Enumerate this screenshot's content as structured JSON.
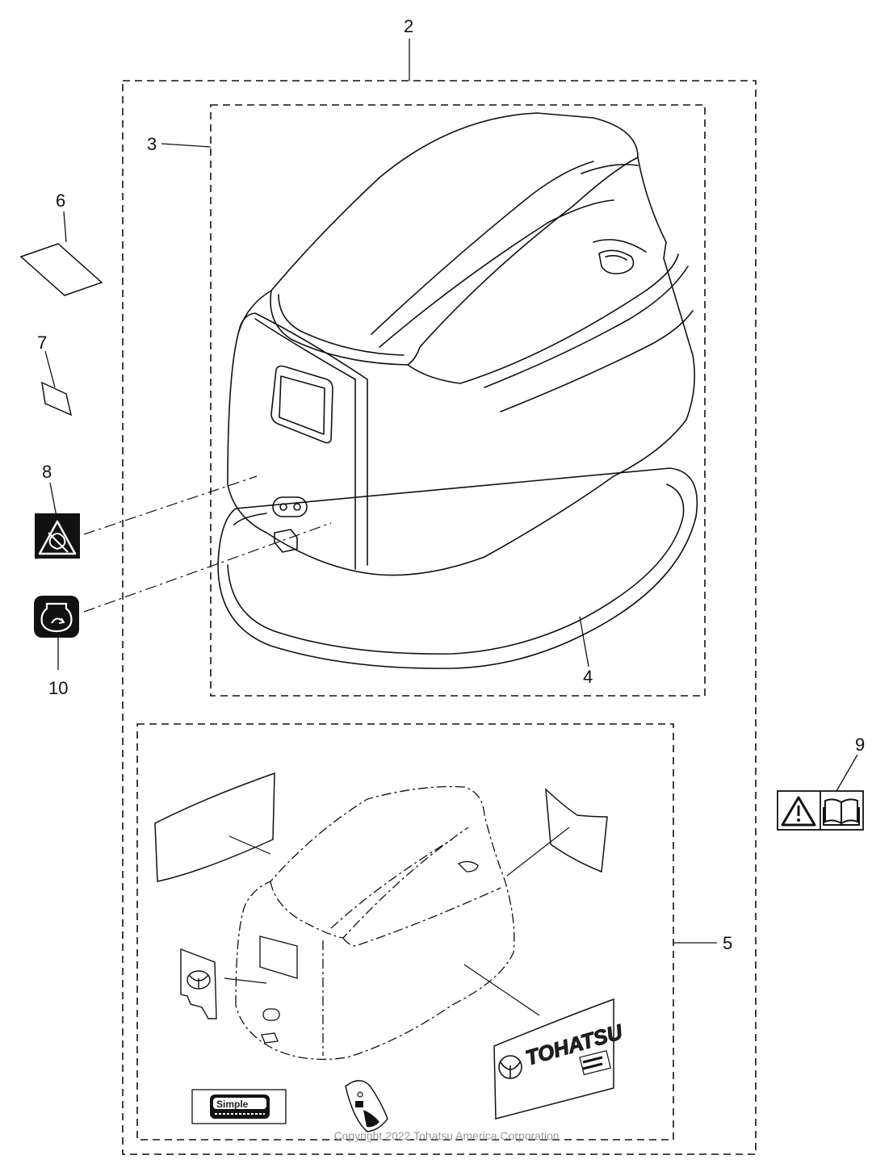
{
  "callouts": {
    "c2": "2",
    "c3": "3",
    "c4": "4",
    "c5": "5",
    "c6": "6",
    "c7": "7",
    "c8": "8",
    "c9": "9",
    "c10": "10"
  },
  "decals": {
    "brand": "TOHATSU",
    "simple_badge": "Simple"
  },
  "copyright": "Copyright 2022 Tohatsu America Corporation",
  "icons": [
    "flame-warning-icon",
    "engine-symbol-icon",
    "warning-triangle-icon",
    "manual-book-icon",
    "tohatsu-logo-icon"
  ],
  "colors": {
    "line": "#111111",
    "copyright": "#9a9a9a"
  }
}
